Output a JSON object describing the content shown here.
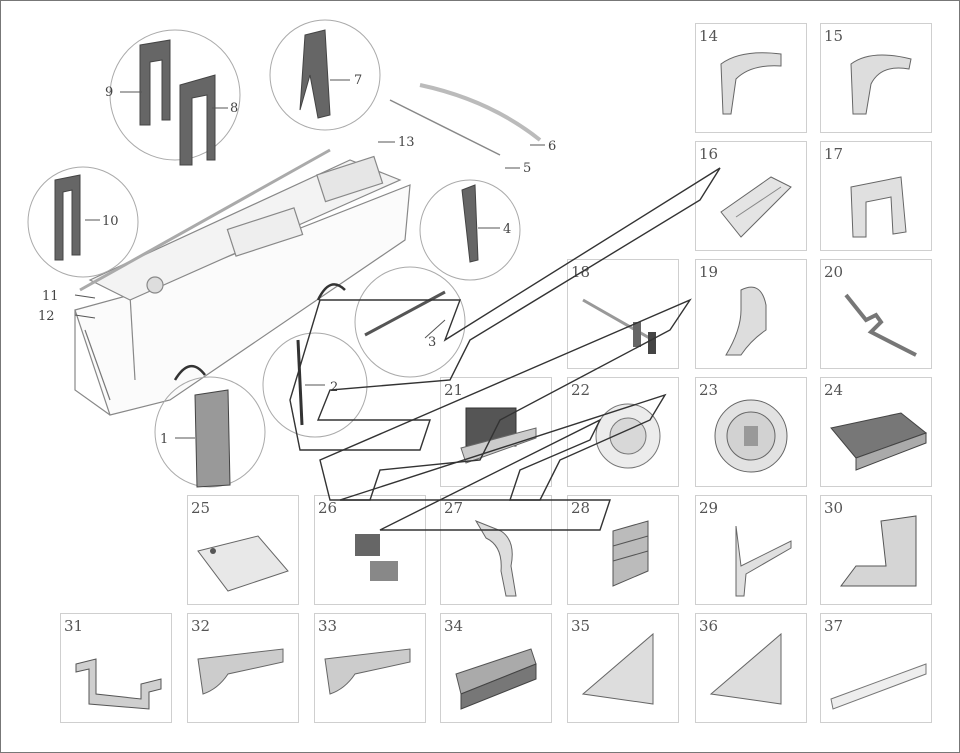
{
  "overview_callouts": [
    "1",
    "2",
    "3",
    "4",
    "5",
    "6",
    "7",
    "8",
    "9",
    "10",
    "11",
    "12",
    "13"
  ],
  "parts": [
    {
      "num": "14",
      "icon": "bracket-arch-icon"
    },
    {
      "num": "15",
      "icon": "bracket-curved-icon"
    },
    {
      "num": "16",
      "icon": "clip-channel-icon"
    },
    {
      "num": "17",
      "icon": "frame-bracket-icon"
    },
    {
      "num": "18",
      "icon": "rod-clip-icon"
    },
    {
      "num": "19",
      "icon": "curved-plate-icon"
    },
    {
      "num": "20",
      "icon": "hook-strap-icon"
    },
    {
      "num": "21",
      "icon": "panel-tray-icon"
    },
    {
      "num": "22",
      "icon": "fan-housing-icon"
    },
    {
      "num": "23",
      "icon": "fan-cover-icon"
    },
    {
      "num": "24",
      "icon": "flat-tray-icon"
    },
    {
      "num": "25",
      "icon": "flat-plate-icon"
    },
    {
      "num": "26",
      "icon": "two-pad-icon"
    },
    {
      "num": "27",
      "icon": "s-bracket-icon"
    },
    {
      "num": "28",
      "icon": "stepped-block-icon"
    },
    {
      "num": "29",
      "icon": "angle-strap-icon"
    },
    {
      "num": "30",
      "icon": "l-bracket-icon"
    },
    {
      "num": "31",
      "icon": "hat-bracket-icon"
    },
    {
      "num": "32",
      "icon": "strip-curved-icon"
    },
    {
      "num": "33",
      "icon": "strip-curved-icon"
    },
    {
      "num": "34",
      "icon": "rail-profile-icon"
    },
    {
      "num": "35",
      "icon": "triangle-panel-icon"
    },
    {
      "num": "36",
      "icon": "triangle-panel-icon"
    },
    {
      "num": "37",
      "icon": "long-strip-icon"
    }
  ]
}
